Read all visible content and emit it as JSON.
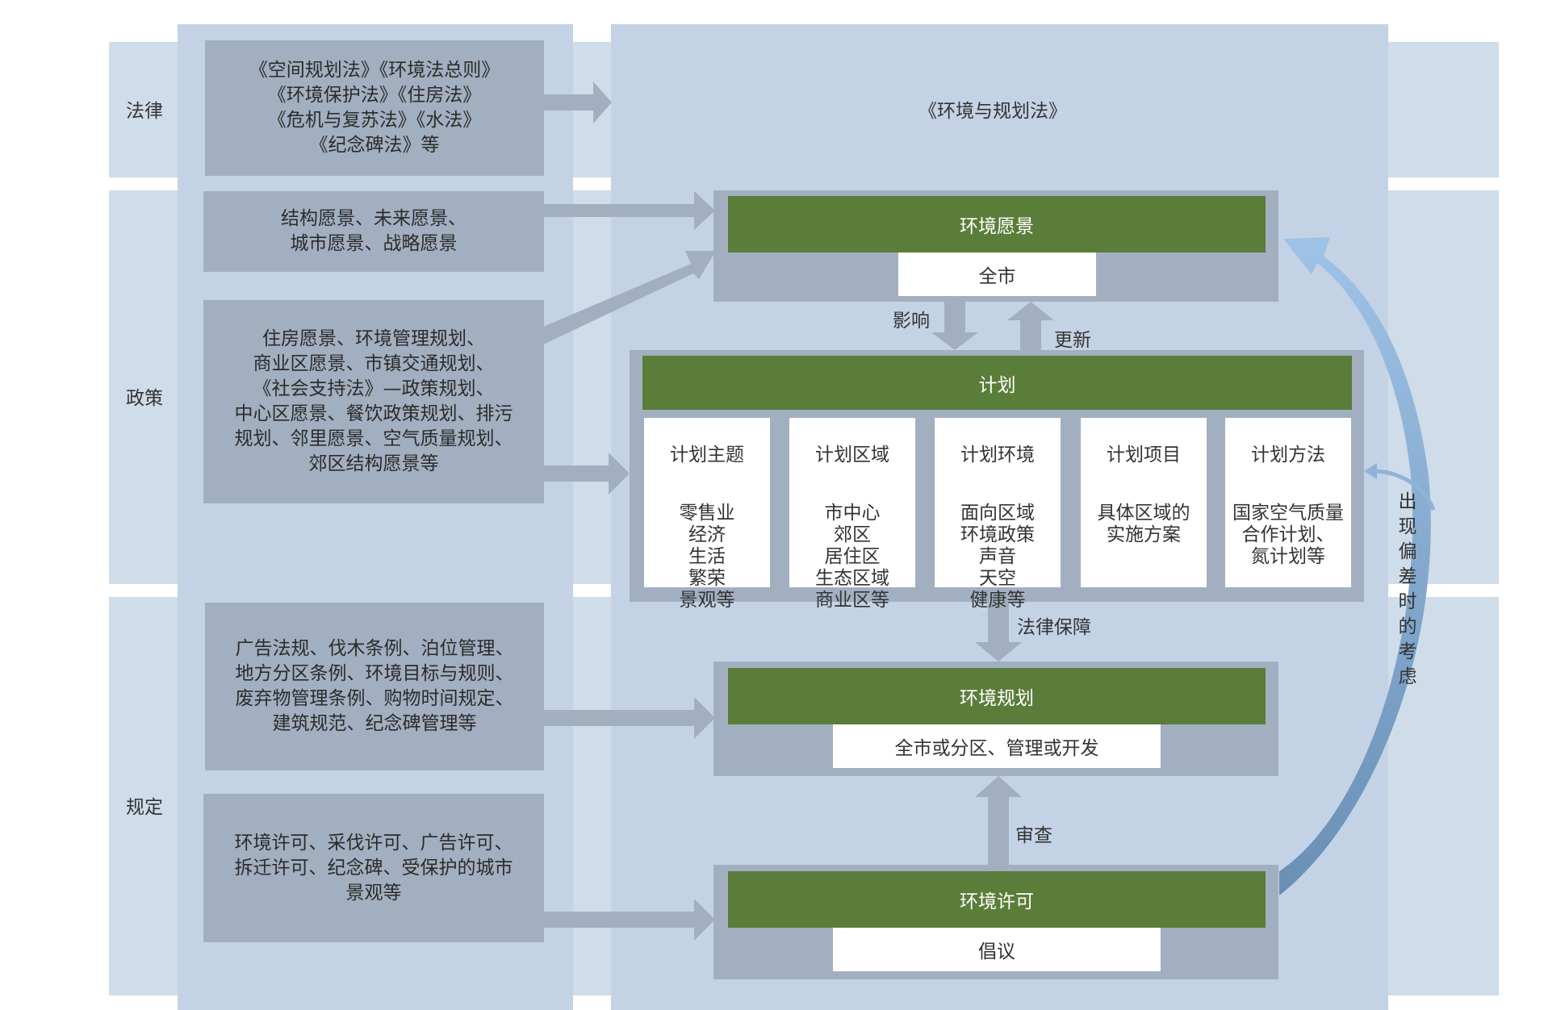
{
  "rows": {
    "law": "法律",
    "policy": "政策",
    "regulation": "规定"
  },
  "sources": {
    "law": "《空间规划法》《环境法总则》\n《环境保护法》《住房法》\n《危机与复苏法》《水法》\n《纪念碑法》等",
    "policy_vision": "结构愿景、未来愿景、\n城市愿景、战略愿景",
    "policy_plans": "住房愿景、环境管理规划、\n商业区愿景、市镇交通规划、\n《社会支持法》—政策规划、\n中心区愿景、餐饮政策规划、排污\n规划、邻里愿景、空气质量规划、\n郊区结构愿景等",
    "regulation_rules": "广告法规、伐木条例、泊位管理、\n地方分区条例、环境目标与规则、\n废弃物管理条例、购物时间规定、\n建筑规范、纪念碑管理等",
    "regulation_permits": "环境许可、采伐许可、广告许可、\n拆迁许可、纪念碑、受保护的城市\n景观等"
  },
  "center": {
    "act_title": "《环境与规划法》",
    "vision": {
      "title": "环境愿景",
      "scope": "全市"
    },
    "plan": {
      "title": "计划",
      "columns": [
        {
          "header": "计划主题",
          "items": "零售业\n经济\n生活\n繁荣\n景观等"
        },
        {
          "header": "计划区域",
          "items": "市中心\n郊区\n居住区\n生态区域\n商业区等"
        },
        {
          "header": "计划环境",
          "items": "面向区域\n环境政策\n声音\n天空\n健康等"
        },
        {
          "header": "计划项目",
          "items": "具体区域的\n实施方案"
        },
        {
          "header": "计划方法",
          "items": "国家空气质量\n合作计划、\n氮计划等"
        }
      ]
    },
    "env_plan": {
      "title": "环境规划",
      "scope": "全市或分区、管理或开发"
    },
    "permit": {
      "title": "环境许可",
      "scope": "倡议"
    }
  },
  "flows": {
    "influence": "影响",
    "update": "更新",
    "legal_guarantee": "法律保障",
    "review": "审查"
  },
  "feedback": "出现偏差时的考虑",
  "colors": {
    "band": "#cfdcea",
    "column": "#c3d3e5",
    "source_box": "#a2afc0",
    "green": "#5b7d3a",
    "arrow": "#a2afc0",
    "feedback_arrow": "#8fb3d8"
  }
}
